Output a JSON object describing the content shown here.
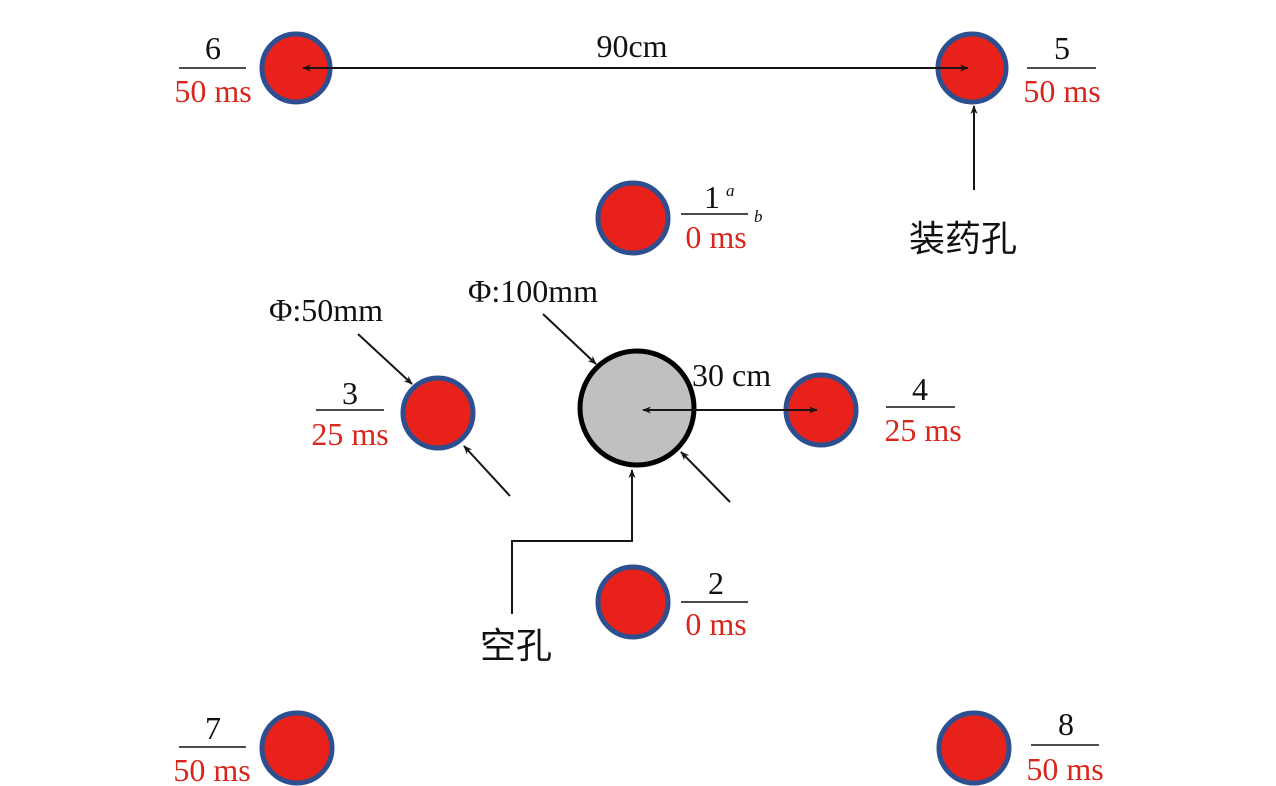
{
  "colors": {
    "charge_fill": "#e8221b",
    "charge_ring": "#2e4f8f",
    "empty_fill": "#c0c0c0",
    "empty_ring": "#000000",
    "delay_text": "#d9261c",
    "label_text": "#111111",
    "arrow": "#1a1414"
  },
  "labels": {
    "spacing_top": "90cm",
    "spacing_center": "30 cm",
    "empty_hole_diameter": "Φ:100mm",
    "charge_hole_diameter": "Φ:50mm",
    "charge_hole_legend": "装药孔",
    "empty_hole_legend": "空孔"
  },
  "holes": [
    {
      "number": "1",
      "delay": "0 ms",
      "sup_a": "a",
      "sub_b": "b"
    },
    {
      "number": "2",
      "delay": "0 ms"
    },
    {
      "number": "3",
      "delay": "25 ms"
    },
    {
      "number": "4",
      "delay": "25 ms"
    },
    {
      "number": "5",
      "delay": "50 ms"
    },
    {
      "number": "6",
      "delay": "50 ms"
    },
    {
      "number": "7",
      "delay": "50 ms"
    },
    {
      "number": "8",
      "delay": "50 ms"
    }
  ]
}
